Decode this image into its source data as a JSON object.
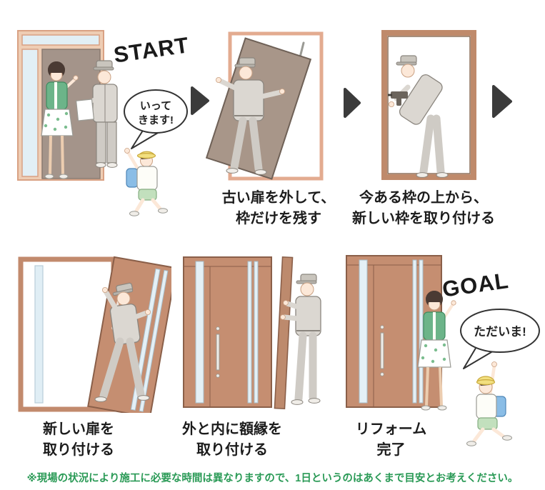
{
  "labels": {
    "start": "START",
    "goal": "GOAL"
  },
  "speech": {
    "depart": {
      "line1": "いって",
      "line2": "きます!"
    },
    "return": {
      "text": "ただいま!"
    }
  },
  "steps": {
    "step2": {
      "line1": "古い扉を外して、",
      "line2": "枠だけを残す"
    },
    "step3": {
      "line1": "今ある枠の上から、",
      "line2": "新しい枠を取り付ける"
    },
    "step4": {
      "line1": "新しい扉を",
      "line2": "取り付ける"
    },
    "step5": {
      "line1": "外と内に額縁を",
      "line2": "取り付ける"
    },
    "step6": {
      "line1": "リフォーム",
      "line2": "完了"
    }
  },
  "footnote": "※現場の状況により施工に必要な時間は異なりますので、1日というのはあくまで目安とお考えください。",
  "colors": {
    "frame_salmon": "#eecdb4",
    "frame_border": "#d9a183",
    "old_door": "#a89689",
    "new_door": "#c58e71",
    "door_outline": "#8a5f49",
    "glass_blue": "#e2eff5",
    "doorway_taupe": "#a4948a",
    "worker_gray": "#dbd7d1",
    "worker_outline": "#8b867f",
    "cardigan_green": "#6cb489",
    "hair_brown": "#4a3a33",
    "skin": "#fce8d8",
    "child_hat_yellow": "#f2df7f",
    "backpack_blue": "#8abde6",
    "shorts_green": "#c2e0bd",
    "arrow_dark": "#3b3b3b",
    "note_green": "#2a9a56",
    "text_black": "#1a1a1a"
  }
}
